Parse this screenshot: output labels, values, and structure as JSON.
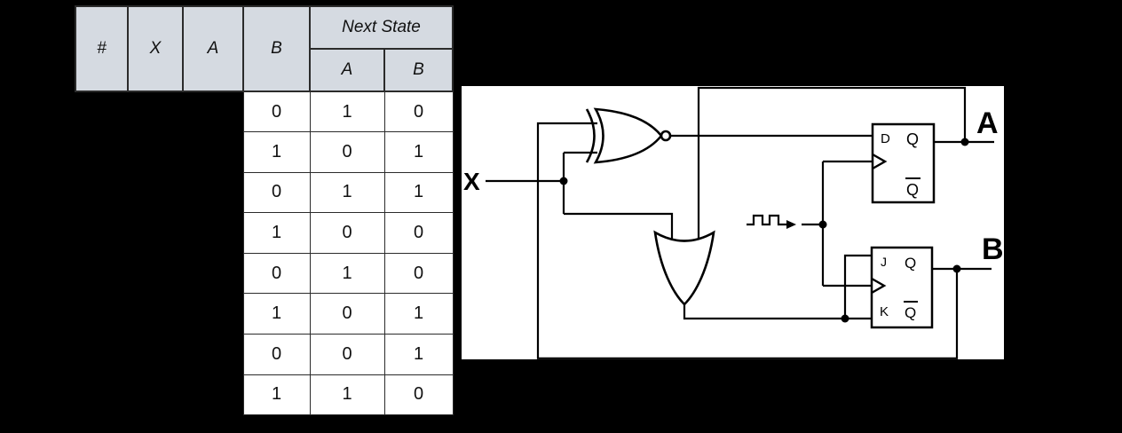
{
  "page": {
    "background": "#000000"
  },
  "truth_table": {
    "header": {
      "hash": "#",
      "x": "X",
      "a": "A",
      "b": "B",
      "next_state": "Next State",
      "next_a": "A",
      "next_b": "B"
    },
    "colors": {
      "header_bg": "#d5dae1",
      "border": "#2b2b2b",
      "cell_bg": "#ffffff"
    },
    "hidden_body_columns": [
      "#",
      "X",
      "A"
    ],
    "rows": [
      {
        "b": "0",
        "next_a": "1",
        "next_b": "0"
      },
      {
        "b": "1",
        "next_a": "0",
        "next_b": "1"
      },
      {
        "b": "0",
        "next_a": "1",
        "next_b": "1"
      },
      {
        "b": "1",
        "next_a": "0",
        "next_b": "0"
      },
      {
        "b": "0",
        "next_a": "1",
        "next_b": "0"
      },
      {
        "b": "1",
        "next_a": "0",
        "next_b": "1"
      },
      {
        "b": "0",
        "next_a": "0",
        "next_b": "1"
      },
      {
        "b": "1",
        "next_a": "1",
        "next_b": "0"
      }
    ]
  },
  "circuit": {
    "colors": {
      "panel_bg": "#ffffff",
      "wire": "#000000"
    },
    "input_label": "X",
    "output_a_label": "A",
    "output_b_label": "B",
    "xnor_gate": "xnor-gate-with-output-bubble",
    "or_gate": "or-gate-pointing-down",
    "clock_icon": "square-wave-with-arrow",
    "d_ff": {
      "d": "D",
      "q": "Q",
      "qbar": "Q"
    },
    "jk_ff": {
      "j": "J",
      "k": "K",
      "q": "Q",
      "qbar": "Q"
    }
  }
}
